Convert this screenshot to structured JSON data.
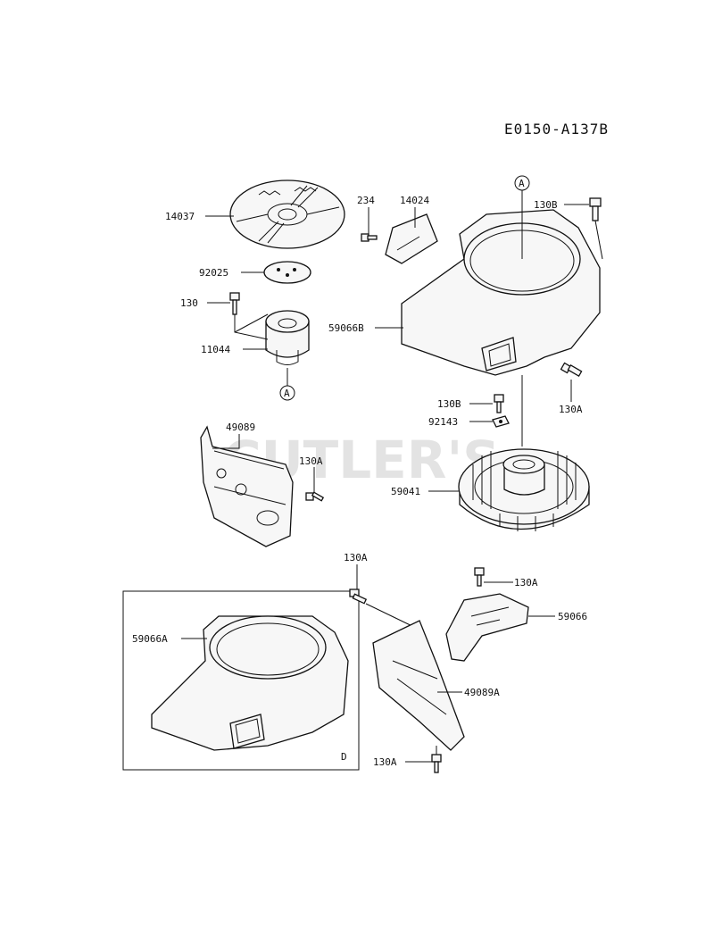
{
  "diagram_code": "E0150-A137B",
  "watermark": "CUTLER'S",
  "callouts": {
    "a_top": "A",
    "a_bottom": "A",
    "detail_d": "D"
  },
  "labels": {
    "p14037": "14037",
    "p234": "234",
    "p14024": "14024",
    "p130b_top": "130B",
    "p92025": "92025",
    "p130": "130",
    "p59066b": "59066B",
    "p11044": "11044",
    "p130b_mid": "130B",
    "p130a_right": "130A",
    "p92143": "92143",
    "p49089": "49089",
    "p130a_shroud": "130A",
    "p59041": "59041",
    "p130a_bottom_top": "130A",
    "p130a_bracket": "130A",
    "p59066": "59066",
    "p59066a": "59066A",
    "p49089a": "49089A",
    "p130a_bottom": "130A"
  }
}
